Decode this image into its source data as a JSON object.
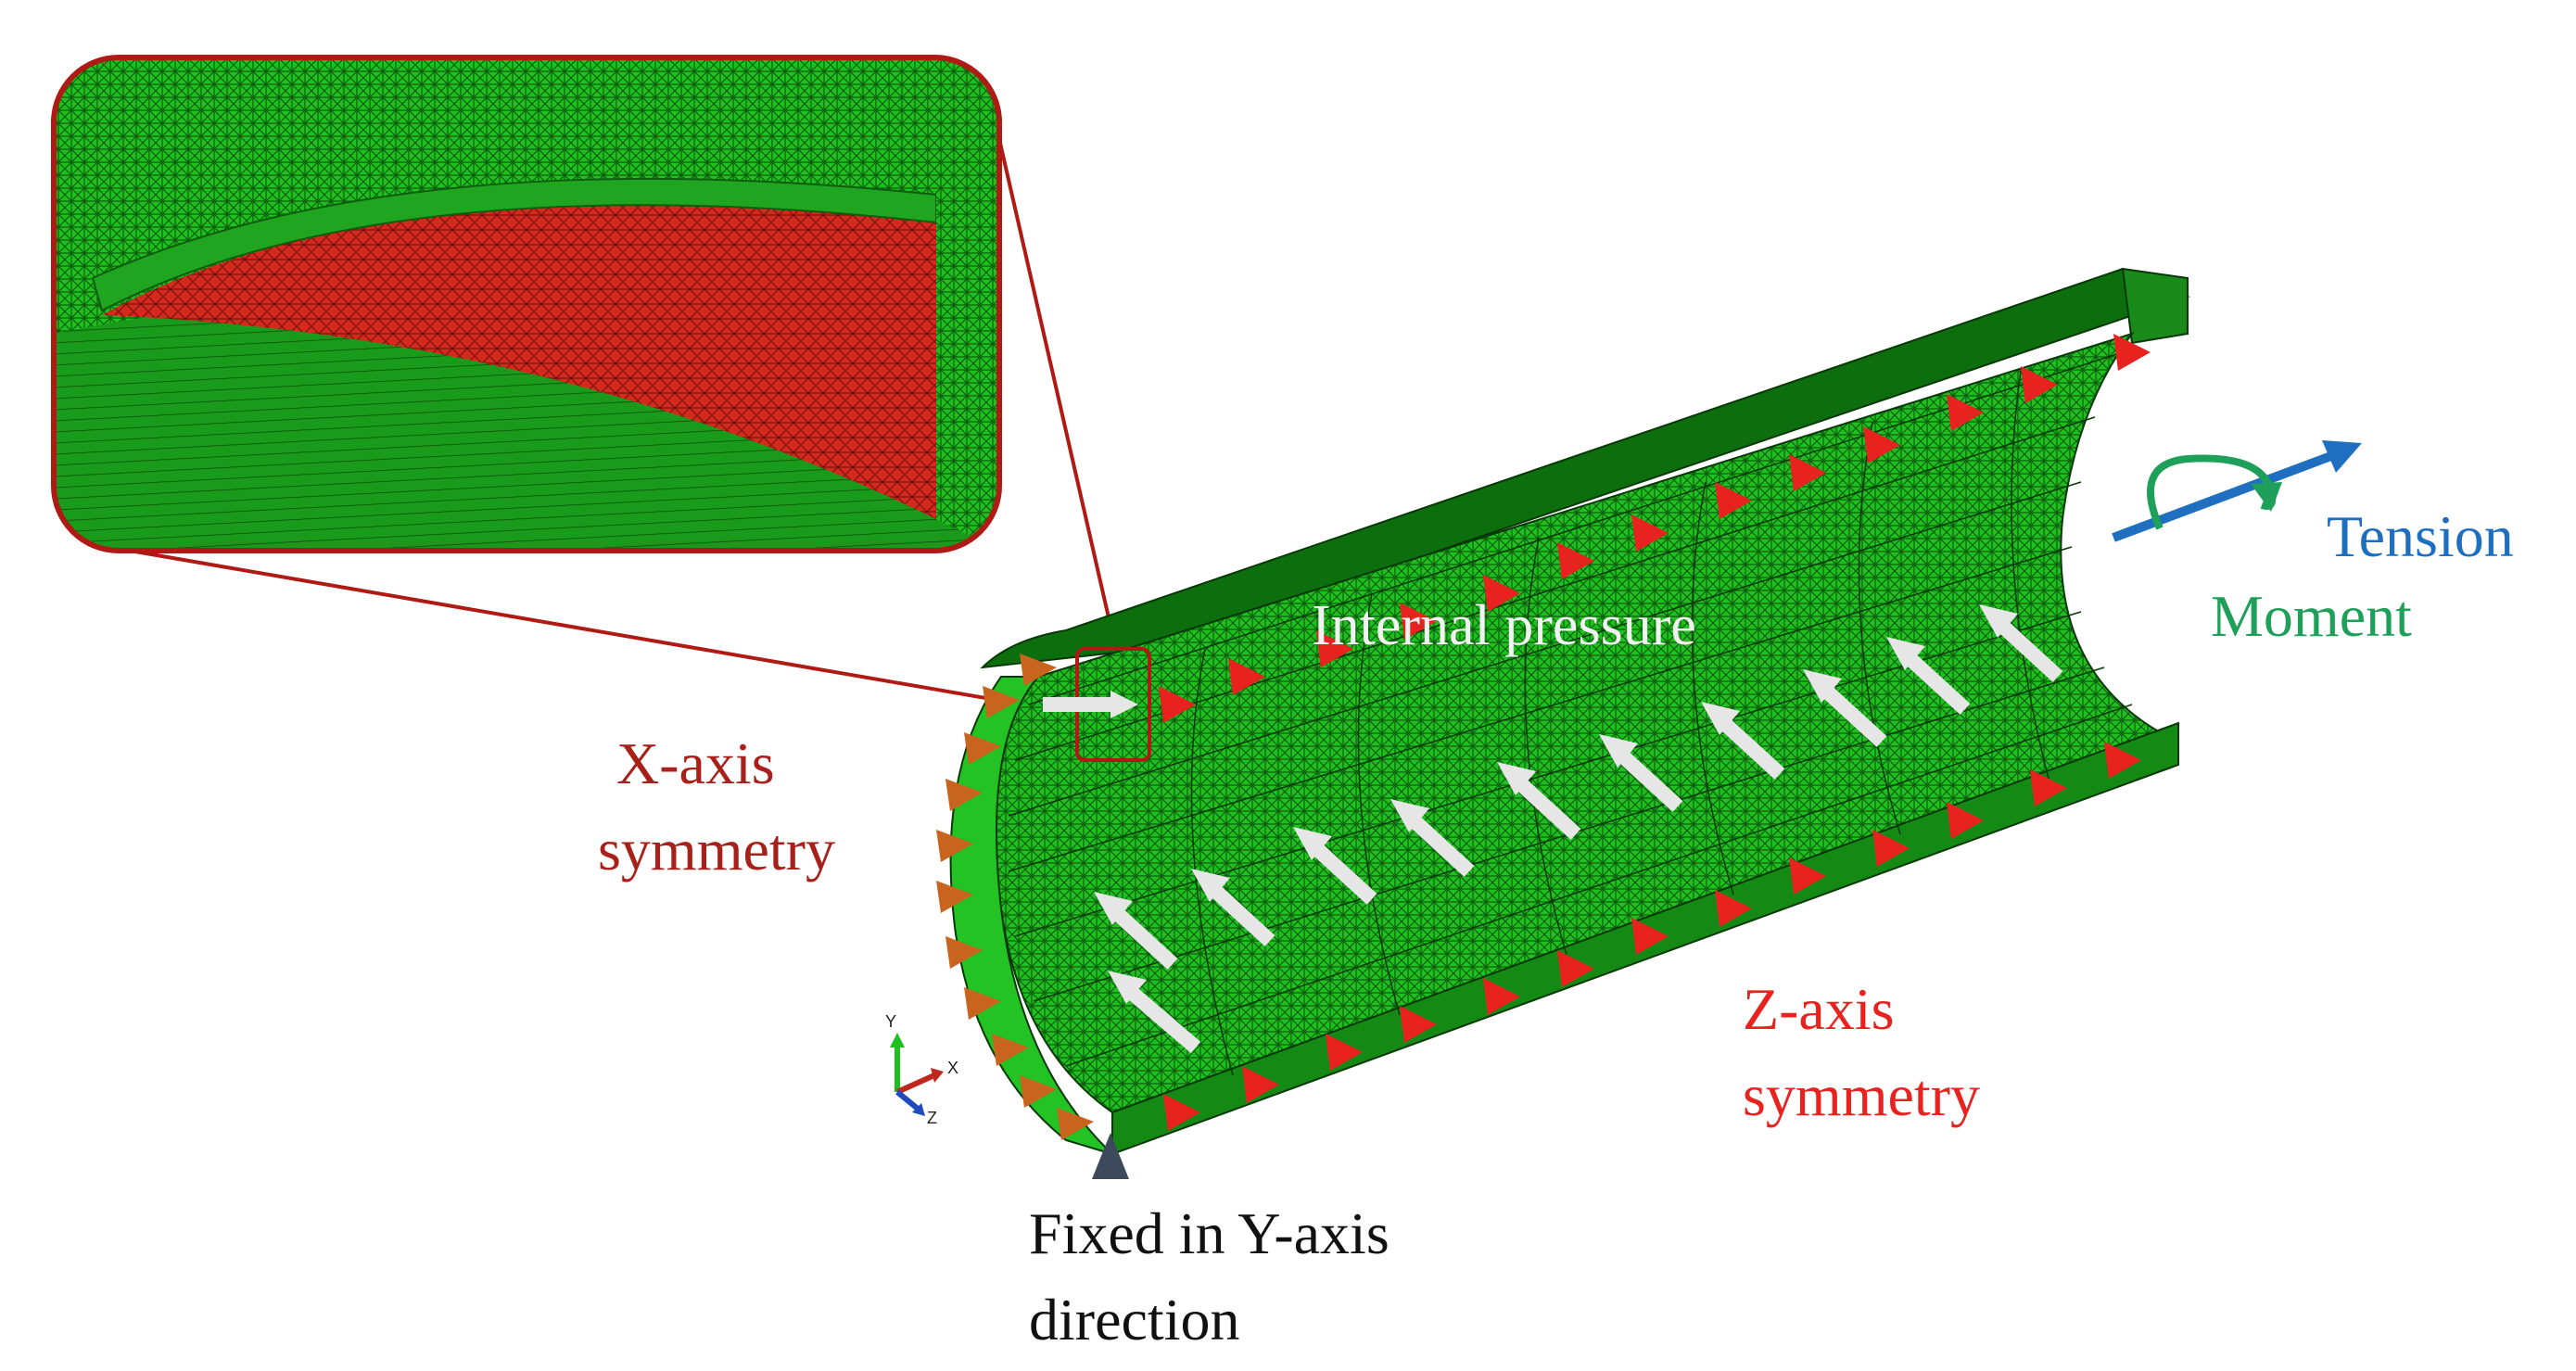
{
  "labels": {
    "internal_pressure": "Internal pressure",
    "x_symmetry_line1": "X-axis",
    "x_symmetry_line2": "symmetry",
    "z_symmetry_line1": "Z-axis",
    "z_symmetry_line2": "symmetry",
    "fixed_line1": "Fixed in Y-axis",
    "fixed_line2": "direction",
    "tension": "Tension",
    "moment": "Moment"
  },
  "triad": {
    "y": "Y",
    "x": "X",
    "z": "Z"
  },
  "colors": {
    "mesh_green": "#1fbf1f",
    "mesh_dark": "#0d5e0d",
    "liner_red": "#d42a1e",
    "x_symmetry": "#a8201a",
    "z_symmetry": "#e8231f",
    "x_bc_marker": "#c8641e",
    "pressure_arrow": "#e6e6e6",
    "tension": "#1f6fc0",
    "moment": "#1fa05a",
    "fixed_marker": "#3c4a5c"
  }
}
